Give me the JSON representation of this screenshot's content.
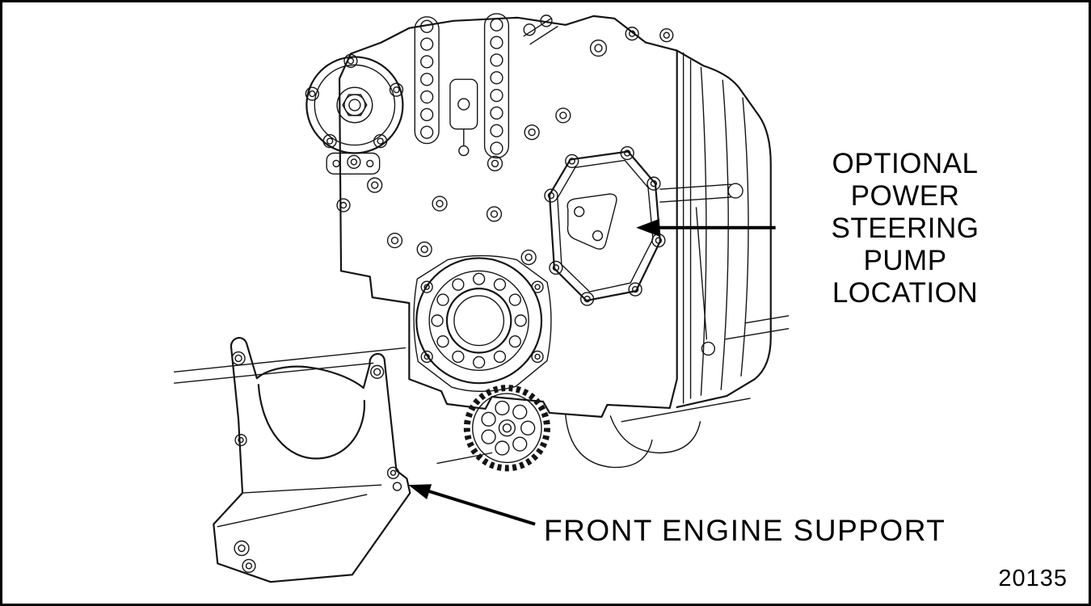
{
  "figure": {
    "number": "20135"
  },
  "annotations": {
    "pump_label": {
      "lines": [
        "OPTIONAL",
        "POWER",
        "STEERING",
        "PUMP",
        "LOCATION"
      ]
    },
    "support_label": {
      "text": "FRONT ENGINE SUPPORT"
    }
  },
  "colors": {
    "line": "#141414",
    "background": "#ffffff",
    "border": "#000000",
    "arrow": "#000000"
  }
}
